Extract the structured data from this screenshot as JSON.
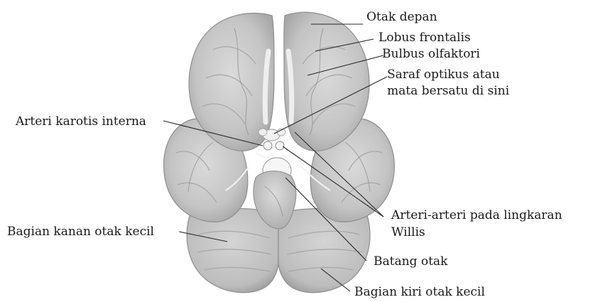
{
  "labels": {
    "otak_depan": "Otak depan",
    "lobus_frontalis": "Lobus frontalis",
    "bulbus_olfaktori": "Bulbus olfaktori",
    "saraf_optikus_line1": "Saraf optikus atau",
    "saraf_optikus_line2": "mata bersatu di sini",
    "arteri_karotis": "Arteri karotis interna",
    "arteri_willis_line1": "Arteri-arteri pada lingkaran",
    "arteri_willis_line2": "Willis",
    "bagian_kanan": "Bagian kanan otak kecil",
    "batang_otak": "Batang otak",
    "bagian_kiri": "Bagian kiri otak kecil"
  },
  "colors": {
    "brain_fill": "#c9c9c9",
    "brain_shadow": "#a9a9a9",
    "brain_light": "#e2e2e2",
    "line": "#2a2a2a",
    "text": "#1a1a1a"
  }
}
